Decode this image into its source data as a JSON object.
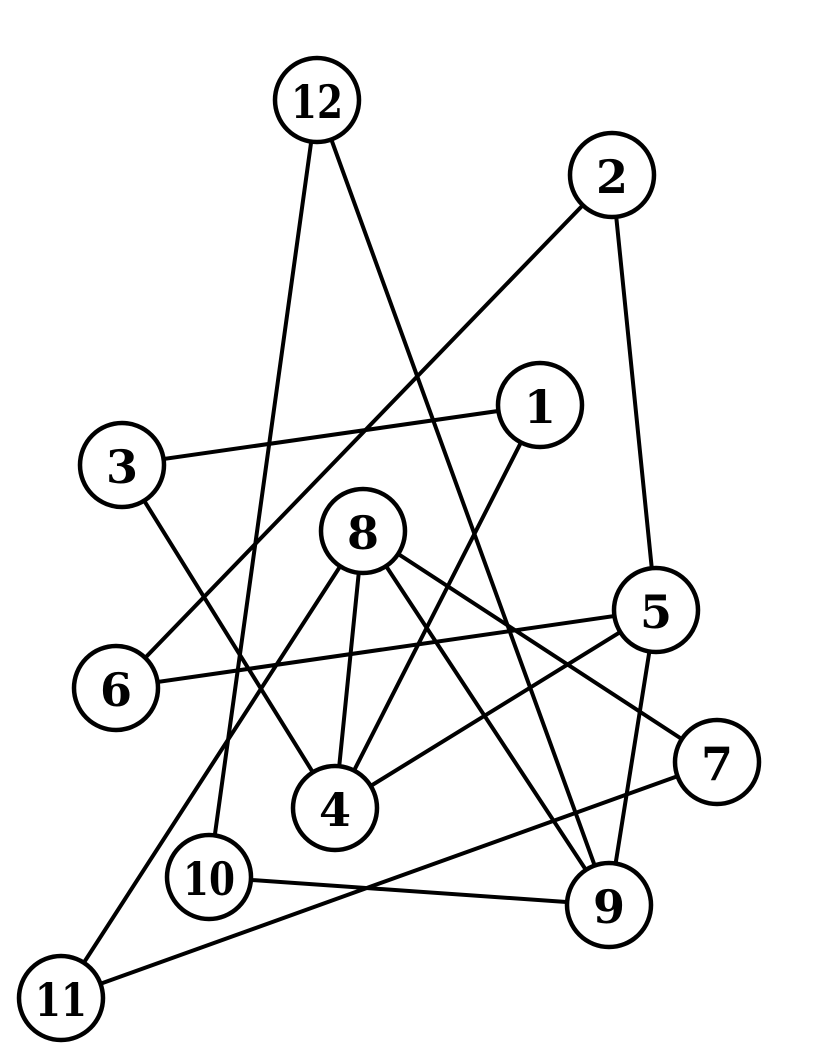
{
  "graph": {
    "nodes": [
      {
        "id": "1",
        "label": "1"
      },
      {
        "id": "2",
        "label": "2"
      },
      {
        "id": "3",
        "label": "3"
      },
      {
        "id": "4",
        "label": "4"
      },
      {
        "id": "5",
        "label": "5"
      },
      {
        "id": "6",
        "label": "6"
      },
      {
        "id": "7",
        "label": "7"
      },
      {
        "id": "8",
        "label": "8"
      },
      {
        "id": "9",
        "label": "9"
      },
      {
        "id": "10",
        "label": "10"
      },
      {
        "id": "11",
        "label": "11"
      },
      {
        "id": "12",
        "label": "12"
      }
    ],
    "edges": [
      [
        "12",
        "10"
      ],
      [
        "12",
        "9"
      ],
      [
        "2",
        "6"
      ],
      [
        "2",
        "5"
      ],
      [
        "3",
        "1"
      ],
      [
        "3",
        "4"
      ],
      [
        "1",
        "4"
      ],
      [
        "8",
        "4"
      ],
      [
        "8",
        "11"
      ],
      [
        "8",
        "9"
      ],
      [
        "8",
        "7"
      ],
      [
        "6",
        "5"
      ],
      [
        "5",
        "4"
      ],
      [
        "5",
        "9"
      ],
      [
        "7",
        "11"
      ],
      [
        "10",
        "9"
      ]
    ]
  },
  "colors": {
    "stroke": "#000000",
    "node_fill": "#ffffff",
    "background": "#ffffff"
  }
}
